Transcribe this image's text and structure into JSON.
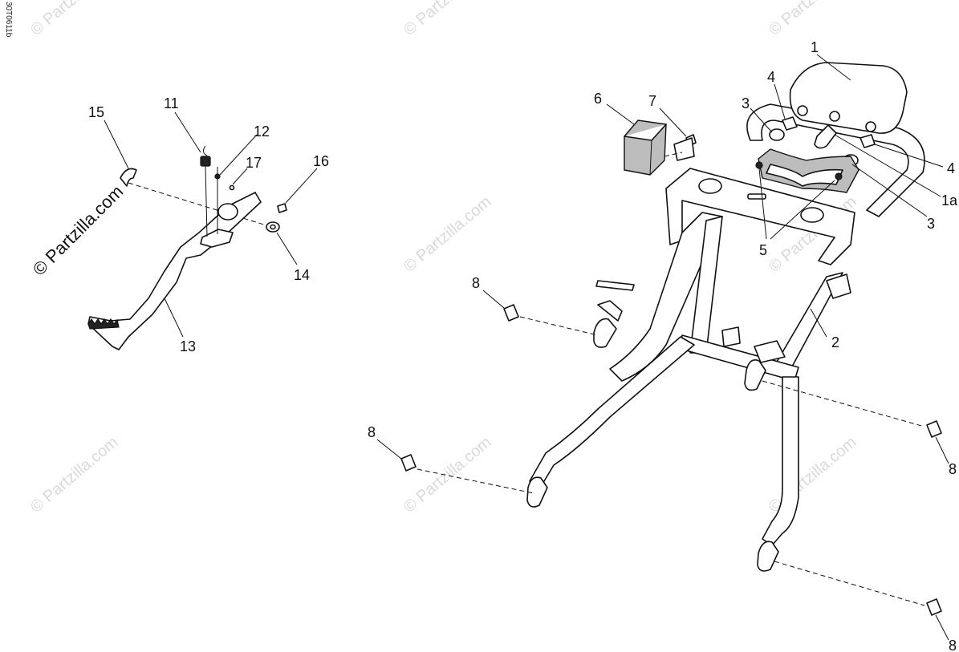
{
  "drawing_number": "30T0611b",
  "watermark_text": "© Partzilla.com",
  "copyright_label": "© Partzilla.com",
  "callouts": {
    "c1": "1",
    "c1a": "1a",
    "c2": "2",
    "c3_top": "3",
    "c3_right": "3",
    "c4_top": "4",
    "c4_right": "4",
    "c5": "5",
    "c6": "6",
    "c7": "7",
    "c8_upper_left": "8",
    "c8_lower_left": "8",
    "c8_right_mid": "8",
    "c8_right_bottom": "8",
    "c11": "11",
    "c12": "12",
    "c13": "13",
    "c14": "14",
    "c15": "15",
    "c16": "16",
    "c17": "17"
  }
}
